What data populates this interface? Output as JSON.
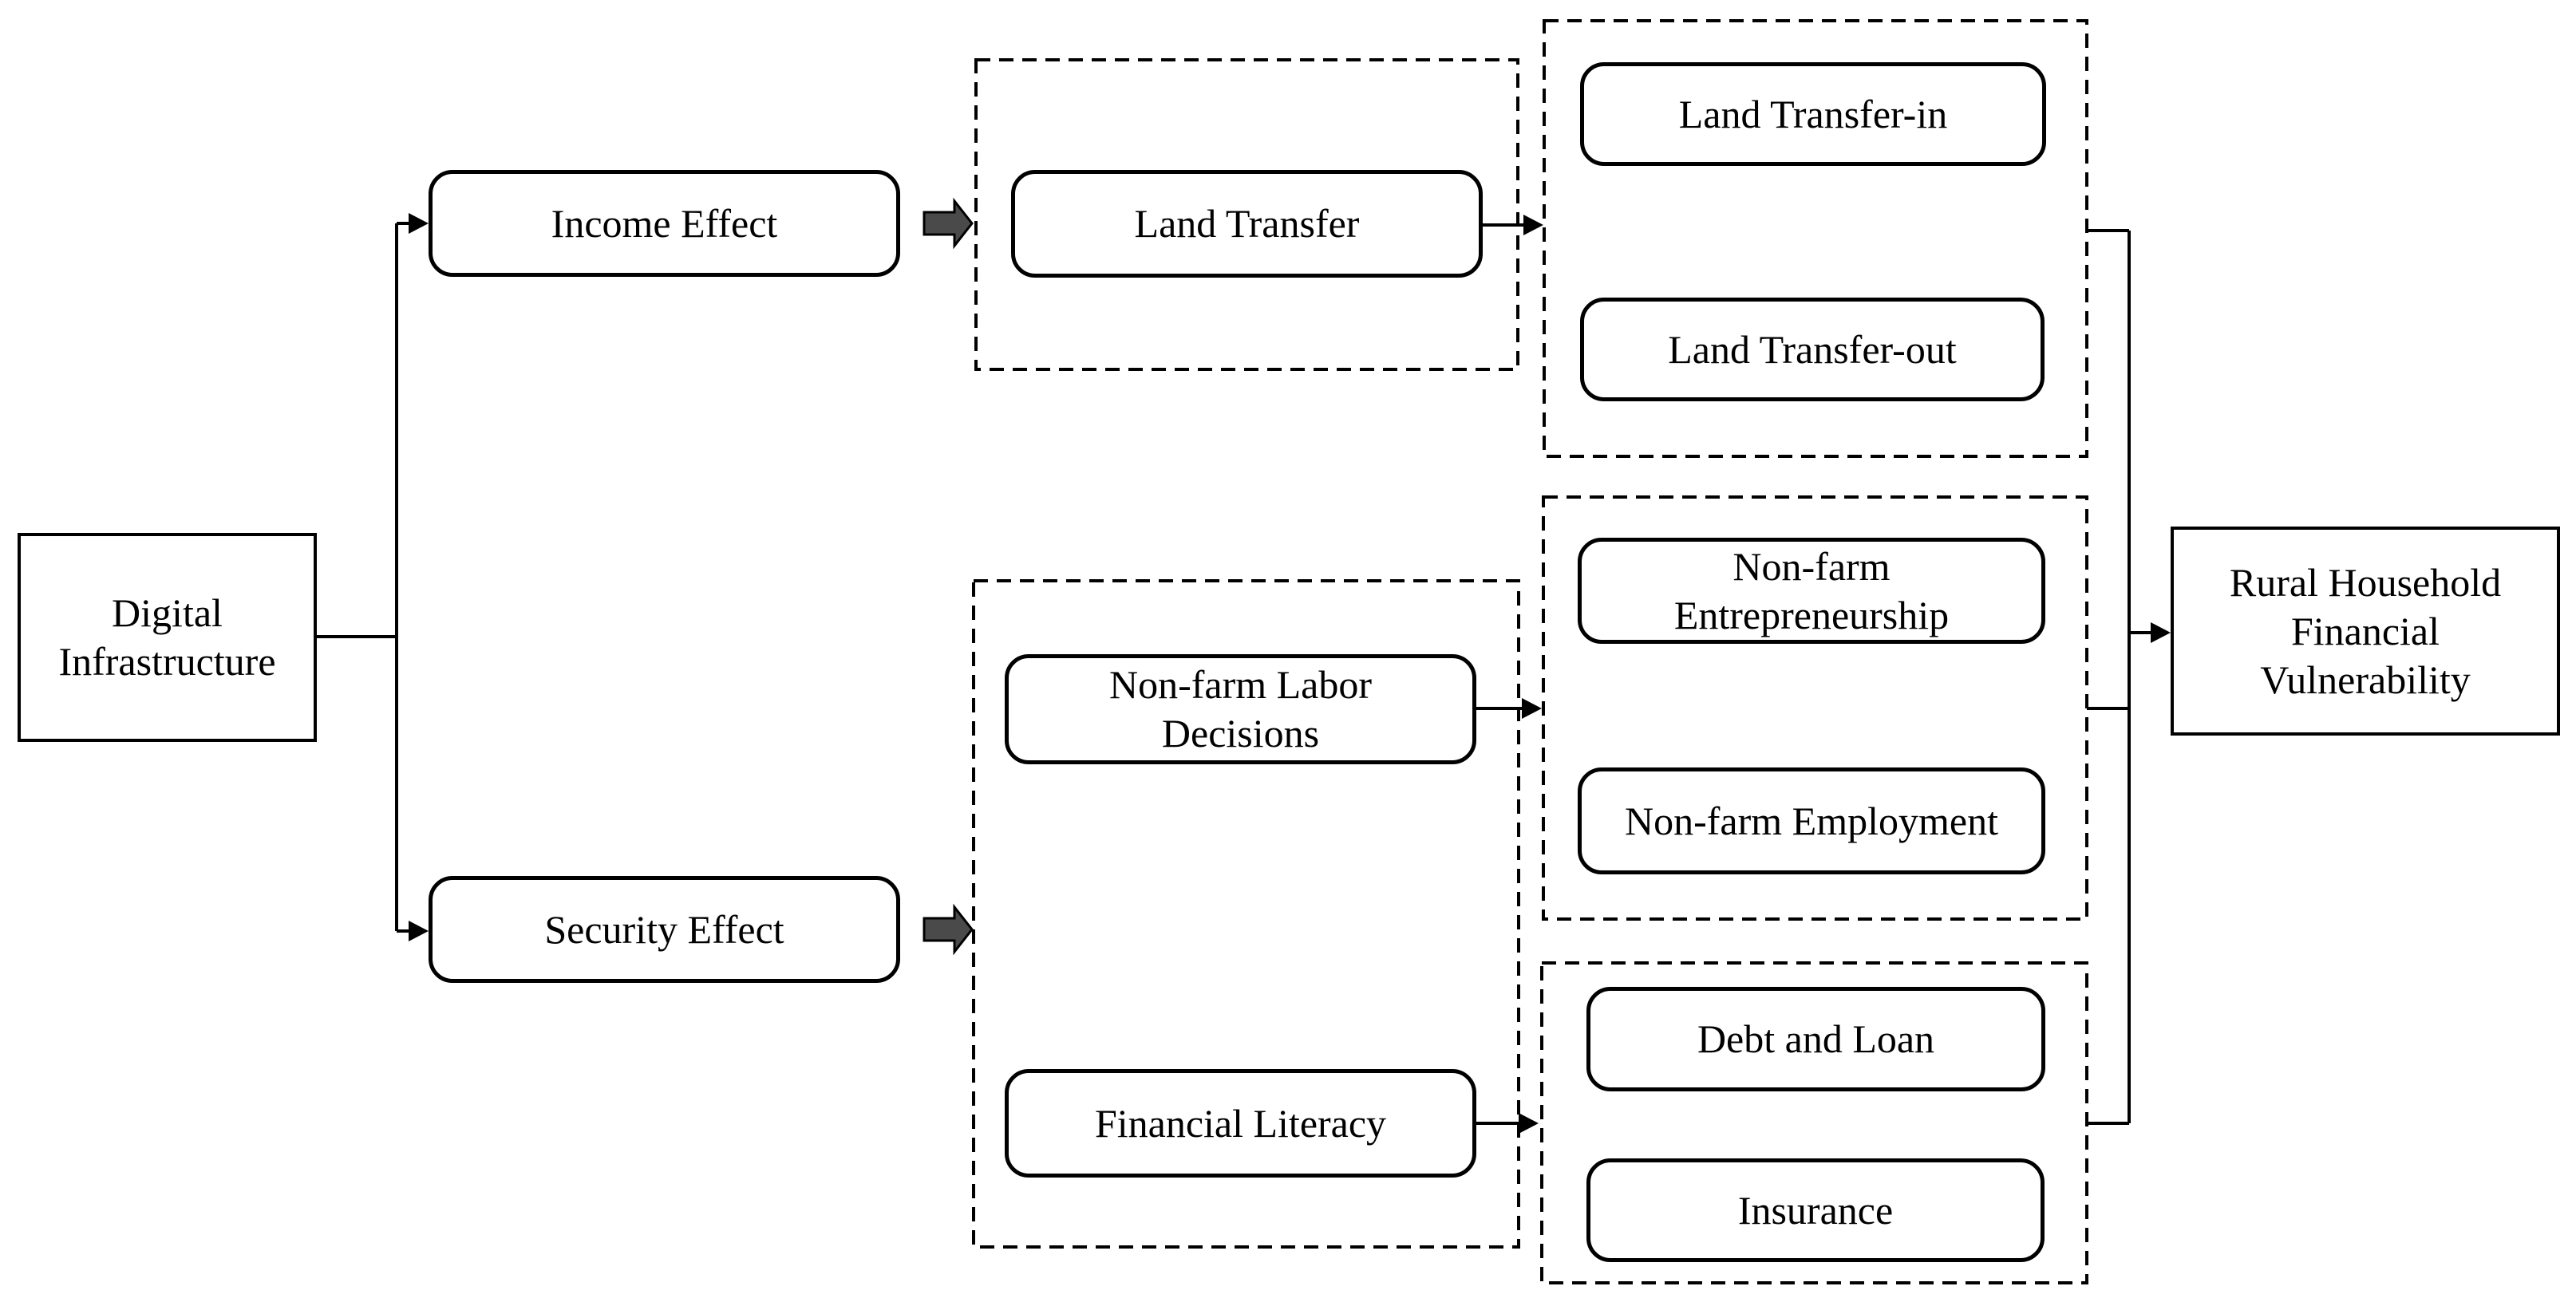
{
  "diagram": {
    "colors": {
      "background": "#ffffff",
      "line": "#000000",
      "text": "#000000",
      "thick_arrow_fill": "#4a4a4a"
    },
    "nodes": {
      "digital_infrastructure": {
        "label": "Digital\nInfrastructure"
      },
      "income_effect": {
        "label": "Income Effect"
      },
      "security_effect": {
        "label": "Security Effect"
      },
      "land_transfer": {
        "label": "Land Transfer"
      },
      "non_farm_labor_decisions": {
        "label": "Non-farm Labor\nDecisions"
      },
      "financial_literacy": {
        "label": "Financial Literacy"
      },
      "land_transfer_in": {
        "label": "Land Transfer-in"
      },
      "land_transfer_out": {
        "label": "Land Transfer-out"
      },
      "non_farm_entrepreneurship": {
        "label": "Non-farm\nEntrepreneurship"
      },
      "non_farm_employment": {
        "label": "Non-farm Employment"
      },
      "debt_and_loan": {
        "label": "Debt and Loan"
      },
      "insurance": {
        "label": "Insurance"
      },
      "rural_household_financial_vulnerability": {
        "label": "Rural Household\nFinancial\nVulnerability"
      }
    },
    "groups": {
      "land_transfer_group": {
        "contains": [
          "land_transfer"
        ]
      },
      "labor_literacy_group": {
        "contains": [
          "non_farm_labor_decisions",
          "financial_literacy"
        ]
      },
      "land_transfer_targets_group": {
        "contains": [
          "land_transfer_in",
          "land_transfer_out"
        ]
      },
      "non_farm_targets_group": {
        "contains": [
          "non_farm_entrepreneurship",
          "non_farm_employment"
        ]
      },
      "debt_insurance_group": {
        "contains": [
          "debt_and_loan",
          "insurance"
        ]
      }
    },
    "edges": [
      {
        "from": "digital_infrastructure",
        "to": "income_effect",
        "style": "thin-arrow"
      },
      {
        "from": "digital_infrastructure",
        "to": "security_effect",
        "style": "thin-arrow"
      },
      {
        "from": "income_effect",
        "to": "land_transfer_group",
        "style": "thick-block-arrow"
      },
      {
        "from": "security_effect",
        "to": "labor_literacy_group",
        "style": "thick-block-arrow"
      },
      {
        "from": "land_transfer",
        "to": "land_transfer_targets_group",
        "style": "thin-arrow"
      },
      {
        "from": "non_farm_labor_decisions",
        "to": "non_farm_targets_group",
        "style": "thin-arrow"
      },
      {
        "from": "financial_literacy",
        "to": "debt_insurance_group",
        "style": "thin-arrow"
      },
      {
        "from": "land_transfer_targets_group",
        "to": "rural_household_financial_vulnerability",
        "style": "thin-arrow"
      },
      {
        "from": "non_farm_targets_group",
        "to": "rural_household_financial_vulnerability",
        "style": "thin-arrow"
      },
      {
        "from": "debt_insurance_group",
        "to": "rural_household_financial_vulnerability",
        "style": "thin-arrow"
      }
    ]
  }
}
